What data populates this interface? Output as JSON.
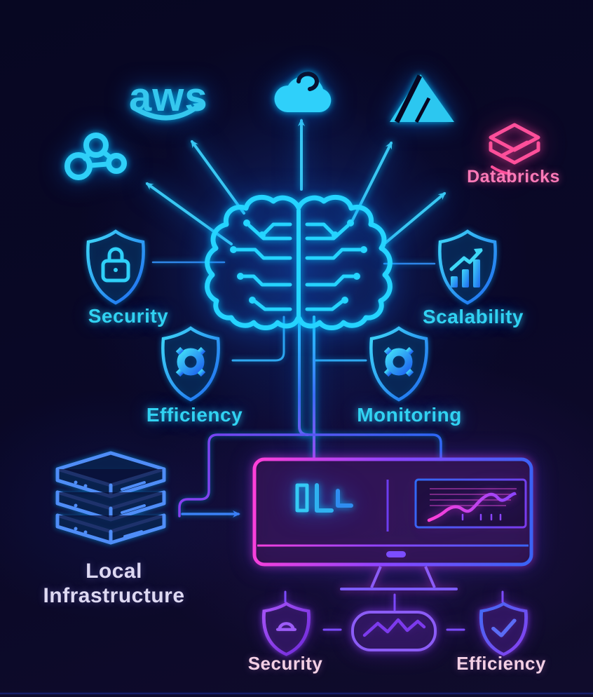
{
  "logos": {
    "aws": "aws",
    "databricks": "Databricks"
  },
  "capabilities": {
    "security": "Security",
    "scalability": "Scalability",
    "efficiency": "Efficiency",
    "monitoring": "Monitoring"
  },
  "local_infrastructure": {
    "line1": "Local",
    "line2": "Infrastructure"
  },
  "bottom_badges": {
    "security": "Security",
    "efficiency": "Efficiency"
  },
  "icons": [
    "network-nodes-icon",
    "aws-logo",
    "cloud-icon",
    "azure-logo",
    "databricks-logo",
    "brain-circuit-icon",
    "shield-lock-icon",
    "shield-growth-icon",
    "shield-gear-icon",
    "server-stack-icon",
    "monitor-dashboard-icon",
    "shield-lock-small-icon",
    "activity-chart-icon",
    "shield-check-icon"
  ],
  "colors": {
    "background": "#0a0827",
    "neon_cyan": "#2fd0f8",
    "neon_blue": "#2f6af5",
    "neon_purple": "#7c3aed",
    "neon_magenta": "#f43ee8",
    "databricks_pink": "#ff5c9e",
    "label_cyan": "#31d2f2",
    "label_lavender": "#ded9f2",
    "label_rose": "#f3cfe4"
  }
}
